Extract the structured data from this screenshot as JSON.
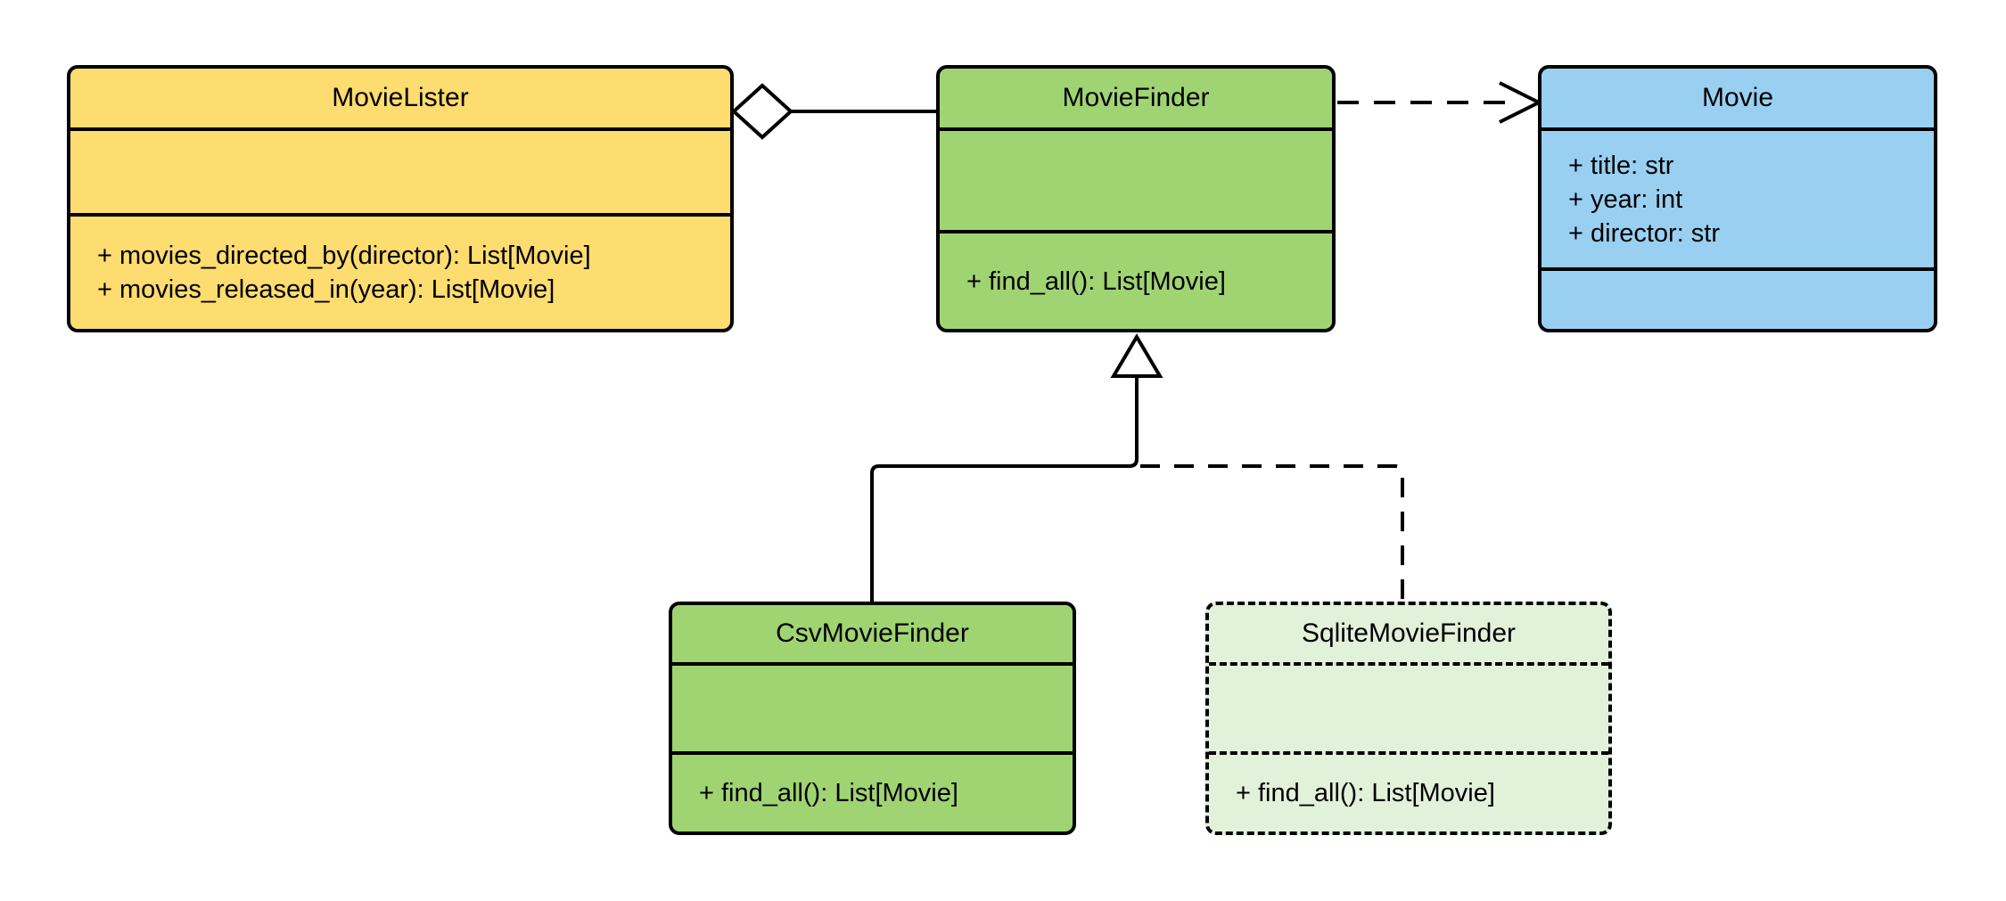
{
  "diagram": {
    "kind": "uml-class-diagram",
    "classes": [
      {
        "name": "MovieLister",
        "attributes": [],
        "methods": [
          "+ movies_directed_by(director): List[Movie]",
          "+ movies_released_in(year): List[Movie]"
        ],
        "fill": "#FDDC70",
        "border_style": "solid"
      },
      {
        "name": "MovieFinder",
        "attributes": [],
        "methods": [
          "+ find_all(): List[Movie]"
        ],
        "fill": "#A0D473",
        "border_style": "solid"
      },
      {
        "name": "Movie",
        "attributes": [
          "+ title: str",
          "+ year: int",
          "+ director: str"
        ],
        "methods": [],
        "fill": "#99D0F1",
        "border_style": "solid"
      },
      {
        "name": "CsvMovieFinder",
        "attributes": [],
        "methods": [
          "+ find_all(): List[Movie]"
        ],
        "fill": "#A0D473",
        "border_style": "solid"
      },
      {
        "name": "SqliteMovieFinder",
        "attributes": [],
        "methods": [
          "+ find_all(): List[Movie]"
        ],
        "fill": "#E2F2DA",
        "border_style": "dashed"
      }
    ],
    "relationships": [
      {
        "type": "aggregation",
        "from": "MovieLister",
        "to": "MovieFinder",
        "line": "solid",
        "marker": "hollow-diamond"
      },
      {
        "type": "dependency",
        "from": "MovieFinder",
        "to": "Movie",
        "line": "dashed",
        "marker": "open-arrow"
      },
      {
        "type": "generalization",
        "from": "CsvMovieFinder",
        "to": "MovieFinder",
        "line": "solid",
        "marker": "hollow-triangle"
      },
      {
        "type": "generalization",
        "from": "SqliteMovieFinder",
        "to": "MovieFinder",
        "line": "dashed",
        "marker": "hollow-triangle"
      }
    ],
    "colors": {
      "yellow": "#FDDC70",
      "green": "#A0D473",
      "blue": "#99D0F1",
      "pale_green": "#E2F2DA",
      "stroke": "#000000",
      "background": "#FFFFFF"
    }
  }
}
